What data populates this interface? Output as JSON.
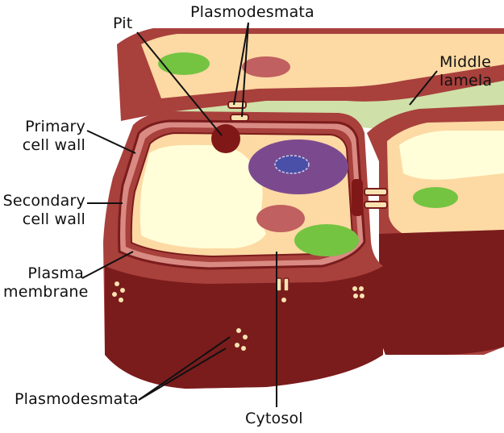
{
  "labels": {
    "pit": "Pit",
    "plasmodesmata_top": "Plasmodesmata",
    "middle_lamela": "Middle\nlamela",
    "primary_cell_wall": "Primary\ncell wall",
    "secondary_cell_wall": "Secondary\ncell wall",
    "plasma_membrane": "Plasma\nmembrane",
    "plasmodesmata_bottom": "Plasmodesmata",
    "cytosol": "Cytosol"
  },
  "colors": {
    "cell_wall": "#a8403c",
    "cell_wall_dark": "#7a1c1c",
    "cell_wall_light": "#d98a83",
    "middle_lamela": "#cfe0a8",
    "cytoplasm": "#fdd9a4",
    "vacuole": "#fffed8",
    "nucleus": "#7b4a8e",
    "nucleolus": "#4a4fa8",
    "chloroplast": "#74c442",
    "mitochondrion": "#c06060",
    "pit": "#801818",
    "plasmodesma_fill": "#f8e3b0"
  }
}
